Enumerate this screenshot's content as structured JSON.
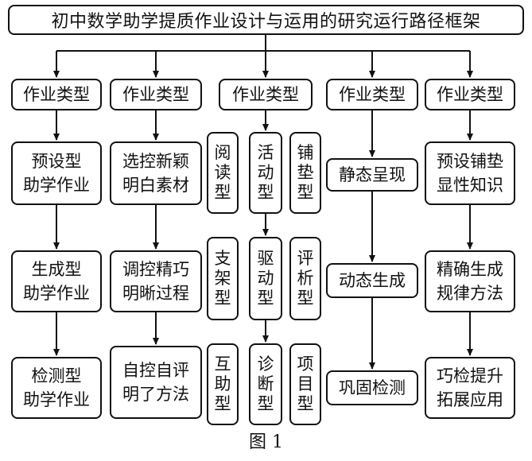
{
  "title": "初中数学助学提质作业设计与运用的研究运行路径框架",
  "caption": "图 1",
  "level1": [
    "作业类型",
    "作业类型",
    "作业类型",
    "作业类型",
    "作业类型"
  ],
  "col1": [
    "预设型\n助学作业",
    "生成型\n助学作业",
    "检测型\n助学作业"
  ],
  "col2": [
    "选控新颖\n明白素材",
    "调控精巧\n明晰过程",
    "自控自评\n明了方法"
  ],
  "col3": {
    "left": [
      "阅读型",
      "支架型",
      "互助型"
    ],
    "mid": [
      "活动型",
      "驱动型",
      "诊断型"
    ],
    "right": [
      "铺垫型",
      "评析型",
      "项目型"
    ]
  },
  "col4": [
    "静态呈现",
    "动态生成",
    "巩固检测"
  ],
  "col5": [
    "预设铺垫\n显性知识",
    "精确生成\n规律方法",
    "巧检提升\n拓展应用"
  ]
}
